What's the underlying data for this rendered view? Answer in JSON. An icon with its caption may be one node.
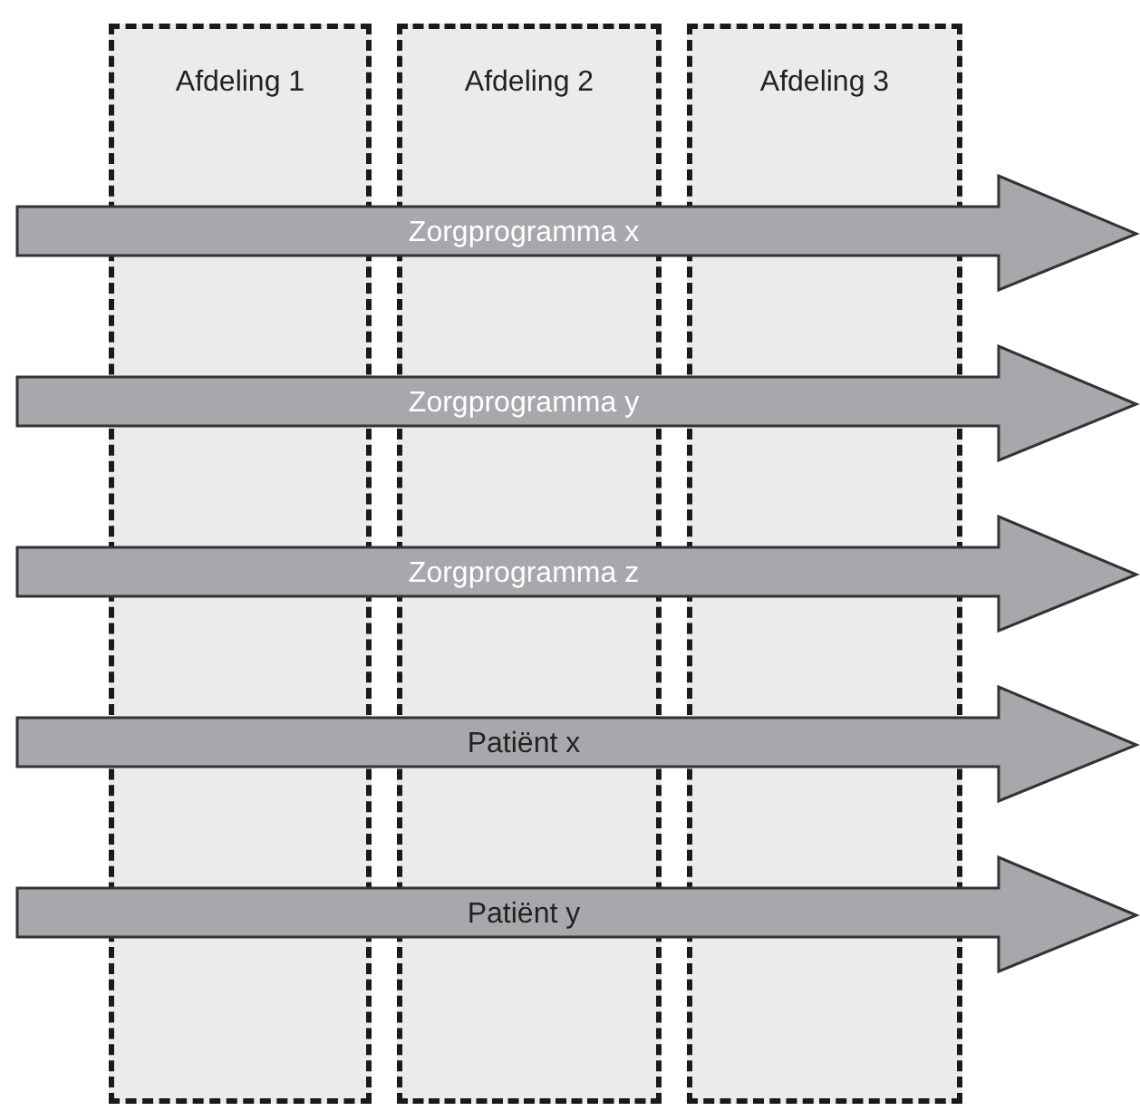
{
  "diagram": {
    "nodes": [
      {
        "text": [
          "Afdeling 1"
        ]
      },
      {
        "text": [
          "Afdeling 2"
        ]
      },
      {
        "text": [
          "Afdeling 3"
        ]
      },
      {
        "text": [
          "Zorgprogramma x"
        ]
      },
      {
        "text": [
          "Zorgprogramma y"
        ]
      },
      {
        "text": [
          "Zorgprogramma z"
        ]
      },
      {
        "text": [
          "Patiënt x"
        ]
      },
      {
        "text": [
          "Patiënt y"
        ]
      }
    ]
  }
}
